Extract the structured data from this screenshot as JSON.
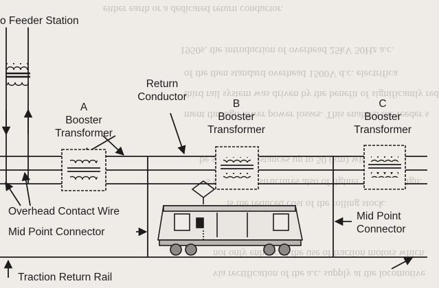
{
  "labels": {
    "feeder_station": "o Feeder Station",
    "return_conductor_line1": "Return",
    "return_conductor_line2": "Conductor",
    "booster_a": {
      "letter": "A",
      "line1": "Booster",
      "line2": "Transformer"
    },
    "booster_b": {
      "letter": "B",
      "line1": "Booster",
      "line2": "Transformer"
    },
    "booster_c": {
      "letter": "C",
      "line1": "Booster",
      "line2": "Transformer"
    },
    "overhead_contact_wire": "Overhead Contact Wire",
    "mid_point_connector_left": "Mid Point Connector",
    "mid_point_connector_right_line1": "Mid Point",
    "mid_point_connector_right_line2": "Connector",
    "traction_return_rail": "Traction Return Rail"
  },
  "background_text": [
    "either earth or a dedicated return conductor.",
    "1950s, the introduction of overhead 25kV 50Hz a.c.",
    "of the then standard overhead 1500V d.c. electrifica",
    "third rail system was driven by the benefit of significantly red",
    "ment through lower power losses. This enabled the feeder s",
    "be spaced at distances up to 50 (km) with the over",
    "s supporting structures also of lighter weight design.",
    "is the reduced cost of the rolling stock.",
    "not only enhanced the use of traction motors which",
    "via rectification of the a.c. supply at the locomotive"
  ],
  "colors": {
    "ink": "#1c1c1c",
    "paper": "#efebe6",
    "background_text": "#7d7a77"
  }
}
